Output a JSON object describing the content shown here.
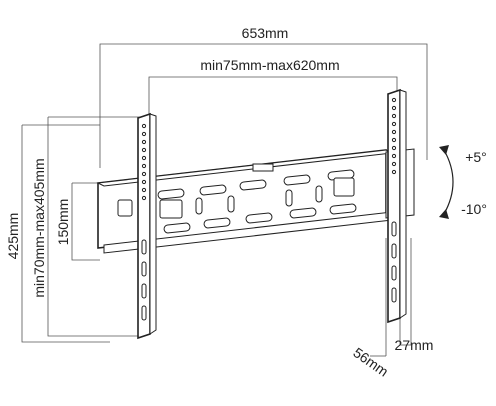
{
  "dimensions": {
    "overall_width": "653mm",
    "vesa_width": "min75mm-max620mm",
    "overall_height": "425mm",
    "vesa_height": "min70mm-max405mm",
    "plate_height": "150mm",
    "wall_depth": "56mm",
    "arm_depth": "27mm"
  },
  "tilt": {
    "up": "+5°",
    "down": "-10°"
  },
  "colors": {
    "line": "#222222",
    "dimension": "#555555"
  },
  "icons": {
    "tilt_arc": "curved-double-arrow"
  }
}
